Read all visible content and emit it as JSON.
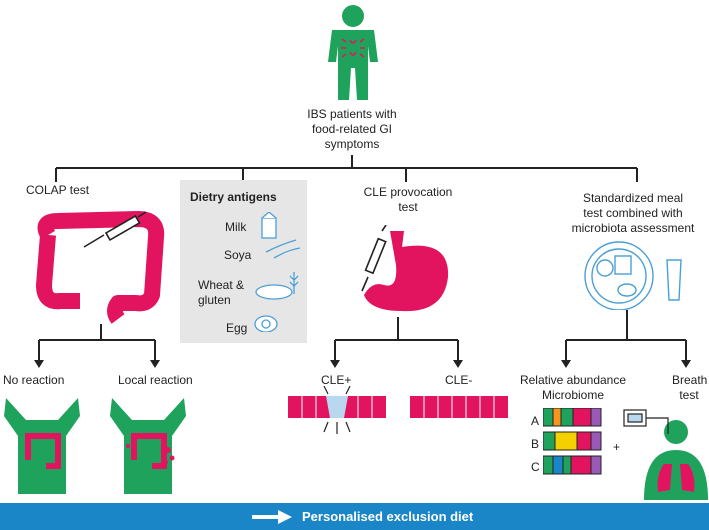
{
  "top": {
    "title_lines": [
      "IBS patients with",
      "food-related GI",
      "symptoms"
    ]
  },
  "branches": {
    "colap": {
      "title": "COLAP test",
      "outcomes": [
        "No reaction",
        "Local reaction"
      ]
    },
    "antigens": {
      "title": "Dietry antigens",
      "items": [
        {
          "label_lines": [
            "Milk"
          ],
          "icon": "milk-carton-icon"
        },
        {
          "label_lines": [
            "Soya"
          ],
          "icon": "soy-pods-icon"
        },
        {
          "label_lines": [
            "Wheat &",
            "gluten"
          ],
          "icon": "bread-wheat-icon"
        },
        {
          "label_lines": [
            "Egg"
          ],
          "icon": "fried-egg-icon"
        }
      ]
    },
    "cle": {
      "title_lines": [
        "CLE provocation",
        "test"
      ],
      "outcomes": [
        "CLE+",
        "CLE-"
      ]
    },
    "meal": {
      "title_lines": [
        "Standardized meal",
        "test combined with",
        "microbiota assessment"
      ],
      "outcomes": {
        "microbiome_lines": [
          "Relative abundance",
          "Microbiome"
        ],
        "breath_lines": [
          "Breath",
          "test"
        ]
      },
      "sample_labels": [
        "A",
        "B",
        "C"
      ],
      "plus": "+"
    }
  },
  "footer": {
    "text": "Personalised exclusion diet",
    "icon": "arrow-right-icon"
  },
  "colors": {
    "green": "#1fa35c",
    "magenta": "#e2145f",
    "blue": "#1a86c7",
    "gray_box": "#e6e6e6",
    "line": "#222222"
  }
}
